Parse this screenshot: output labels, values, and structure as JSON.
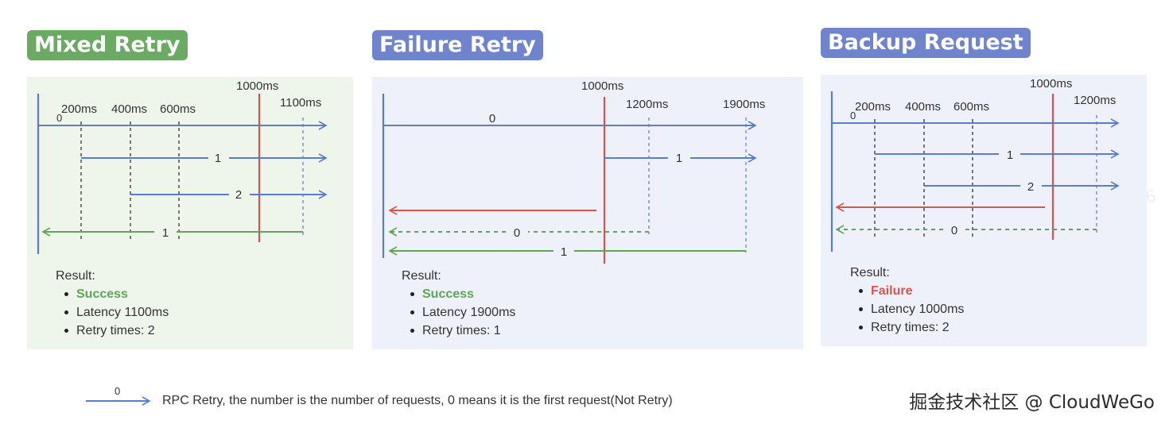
{
  "colors": {
    "blue": "#5b7ccc",
    "red": "#d9534f",
    "green": "#5fa45a",
    "mixed_tag": "#6aaa63",
    "failure_tag": "#6f84cc",
    "backup_tag": "#6f84cc",
    "mixed_bg": "#eef6ec",
    "failure_bg": "#eef1f9",
    "backup_bg": "#eef1f9"
  },
  "panels": [
    {
      "id": "mixed",
      "title": "Mixed Retry",
      "tick_labels": {
        "t0": "0",
        "t200": "200ms",
        "t400": "400ms",
        "t600": "600ms",
        "t1000": "1000ms",
        "t1100": "1100ms"
      },
      "arrow_labels": {
        "a1": "1",
        "a2": "2",
        "r1": "1"
      },
      "result": {
        "heading": "Result:",
        "status": "Success",
        "latency": "Latency 1100ms",
        "retries": "Retry times: 2"
      }
    },
    {
      "id": "failure",
      "title": "Failure Retry",
      "tick_labels": {
        "t1000": "1000ms",
        "t1200": "1200ms",
        "t1900": "1900ms"
      },
      "arrow_labels": {
        "a0": "0",
        "a1": "1",
        "r0": "0",
        "r1": "1"
      },
      "result": {
        "heading": "Result:",
        "status": "Success",
        "latency": "Latency 1900ms",
        "retries": "Retry times: 1"
      }
    },
    {
      "id": "backup",
      "title": "Backup Request",
      "tick_labels": {
        "t0": "0",
        "t200": "200ms",
        "t400": "400ms",
        "t600": "600ms",
        "t1000": "1000ms",
        "t1200": "1200ms"
      },
      "arrow_labels": {
        "a1": "1",
        "a2": "2",
        "r0": "0"
      },
      "result": {
        "heading": "Result:",
        "status": "Failure",
        "latency": "Latency 1000ms",
        "retries": "Retry times: 2"
      }
    }
  ],
  "legend": {
    "label": "0",
    "text": "RPC Retry, the number is the number of requests, 0 means it is the first request(Not Retry)"
  },
  "watermark": "杨芮 6816",
  "credit": "掘金技术社区 @ CloudWeGo"
}
